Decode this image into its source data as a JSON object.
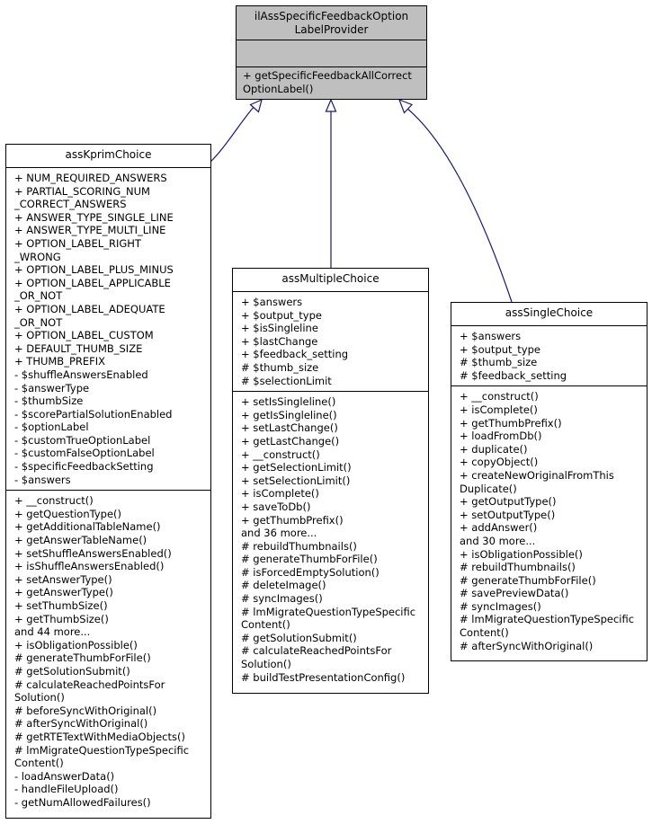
{
  "classes": {
    "provider": {
      "title": [
        "ilAssSpecificFeedbackOption",
        "LabelProvider"
      ],
      "attributes": [],
      "methods": [
        "+ getSpecificFeedbackAllCorrect",
        "OptionLabel()"
      ]
    },
    "kprim": {
      "title": [
        "assKprimChoice"
      ],
      "attributes": [
        "+ NUM_REQUIRED_ANSWERS",
        "+ PARTIAL_SCORING_NUM",
        "_CORRECT_ANSWERS",
        "+ ANSWER_TYPE_SINGLE_LINE",
        "+ ANSWER_TYPE_MULTI_LINE",
        "+ OPTION_LABEL_RIGHT",
        "_WRONG",
        "+ OPTION_LABEL_PLUS_MINUS",
        "+ OPTION_LABEL_APPLICABLE",
        "_OR_NOT",
        "+ OPTION_LABEL_ADEQUATE",
        "_OR_NOT",
        "+ OPTION_LABEL_CUSTOM",
        "+ DEFAULT_THUMB_SIZE",
        "+ THUMB_PREFIX",
        "- $shuffleAnswersEnabled",
        "- $answerType",
        "- $thumbSize",
        "- $scorePartialSolutionEnabled",
        "- $optionLabel",
        "- $customTrueOptionLabel",
        "- $customFalseOptionLabel",
        "- $specificFeedbackSetting",
        "- $answers"
      ],
      "methods": [
        "+ __construct()",
        "+ getQuestionType()",
        "+ getAdditionalTableName()",
        "+ getAnswerTableName()",
        "+ setShuffleAnswersEnabled()",
        "+ isShuffleAnswersEnabled()",
        "+ setAnswerType()",
        "+ getAnswerType()",
        "+ setThumbSize()",
        "+ getThumbSize()",
        "and 44 more...",
        "+ isObligationPossible()",
        "# generateThumbForFile()",
        "# getSolutionSubmit()",
        "# calculateReachedPointsFor",
        "Solution()",
        "# beforeSyncWithOriginal()",
        "# afterSyncWithOriginal()",
        "# getRTETextWithMediaObjects()",
        "# lmMigrateQuestionTypeSpecific",
        "Content()",
        "- loadAnswerData()",
        "- handleFileUpload()",
        "- getNumAllowedFailures()"
      ]
    },
    "multiple": {
      "title": [
        "assMultipleChoice"
      ],
      "attributes": [
        "+ $answers",
        "+ $output_type",
        "+ $isSingleline",
        "+ $lastChange",
        "+ $feedback_setting",
        "# $thumb_size",
        "# $selectionLimit"
      ],
      "methods": [
        "+ setIsSingleline()",
        "+ getIsSingleline()",
        "+ setLastChange()",
        "+ getLastChange()",
        "+ __construct()",
        "+ getSelectionLimit()",
        "+ setSelectionLimit()",
        "+ isComplete()",
        "+ saveToDb()",
        "+ getThumbPrefix()",
        "and 36 more...",
        "# rebuildThumbnails()",
        "# generateThumbForFile()",
        "# isForcedEmptySolution()",
        "# deleteImage()",
        "# syncImages()",
        "# lmMigrateQuestionTypeSpecific",
        "Content()",
        "# getSolutionSubmit()",
        "# calculateReachedPointsFor",
        "Solution()",
        "# buildTestPresentationConfig()"
      ]
    },
    "single": {
      "title": [
        "assSingleChoice"
      ],
      "attributes": [
        "+ $answers",
        "+ $output_type",
        "# $thumb_size",
        "# $feedback_setting"
      ],
      "methods": [
        "+ __construct()",
        "+ isComplete()",
        "+ getThumbPrefix()",
        "+ loadFromDb()",
        "+ duplicate()",
        "+ copyObject()",
        "+ createNewOriginalFromThis",
        "Duplicate()",
        "+ getOutputType()",
        "+ setOutputType()",
        "+ addAnswer()",
        "and 30 more...",
        "+ isObligationPossible()",
        "# rebuildThumbnails()",
        "# generateThumbForFile()",
        "# savePreviewData()",
        "# syncImages()",
        "# lmMigrateQuestionTypeSpecific",
        "Content()",
        "# afterSyncWithOriginal()"
      ]
    }
  },
  "colors": {
    "edge": "#191970",
    "header_fill": "#bfbfbf"
  }
}
